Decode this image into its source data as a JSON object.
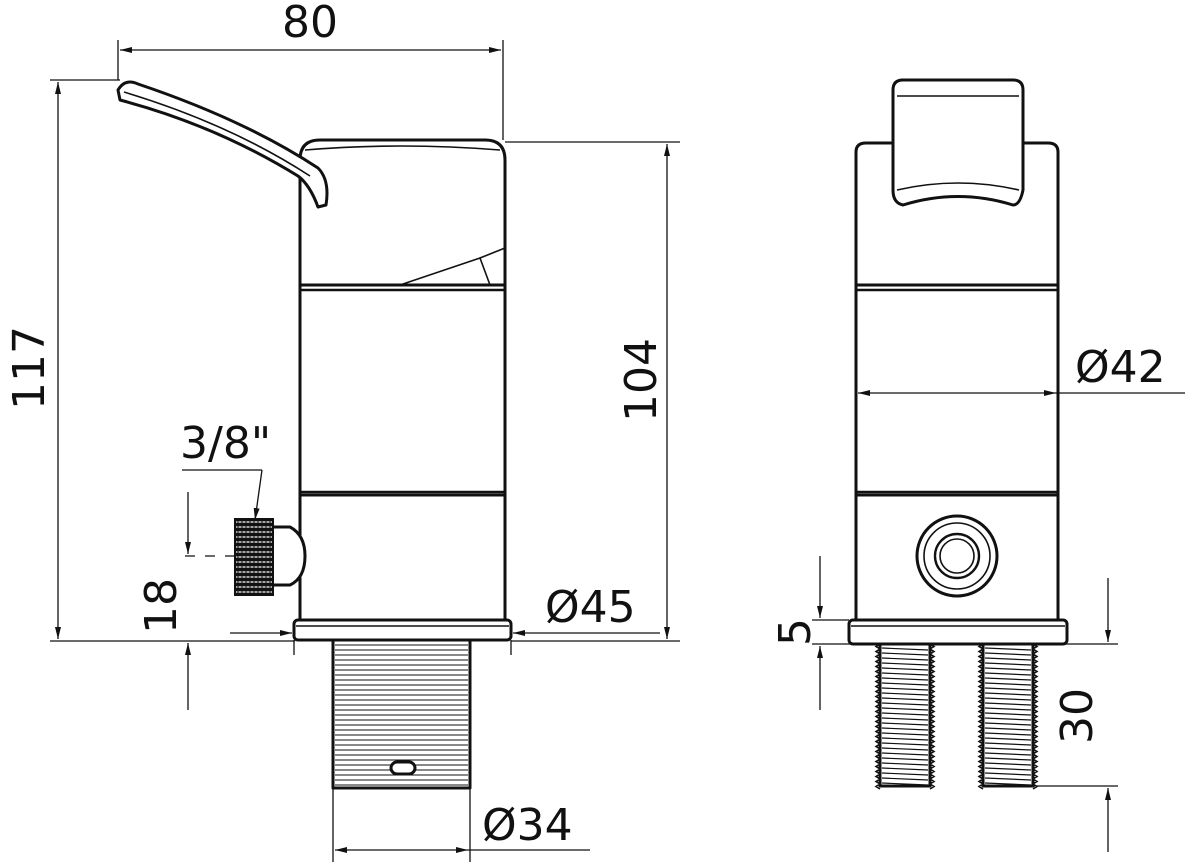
{
  "drawing": {
    "front_view": {
      "width_label": "80",
      "overall_height_label": "117",
      "body_height_label": "104",
      "inlet_thread_label": "3/8\"",
      "inlet_height_label": "18",
      "flange_diameter_label": "Ø45",
      "shank_diameter_label": "Ø34"
    },
    "side_view": {
      "body_diameter_label": "Ø42",
      "flange_thickness_label": "5",
      "stud_length_label": "30"
    }
  }
}
